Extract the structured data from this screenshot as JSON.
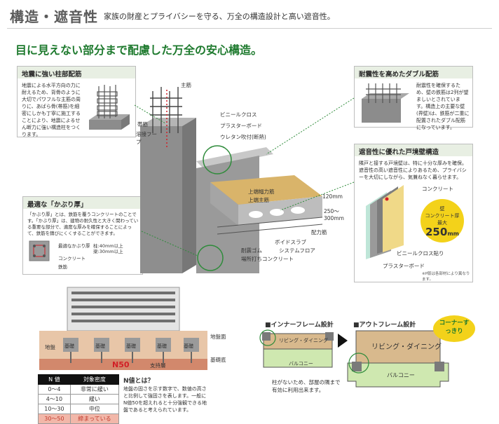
{
  "header": {
    "title": "構造・遮音性",
    "subtitle": "家族の財産とプライバシーを守る、万全の構造設計と高い遮音性。"
  },
  "headline": "目に見えない部分まで配慮した万全の安心構造。",
  "box_pillar": {
    "title": "地震に強い柱部配筋",
    "text": "地震による水平方向の力に耐えるため、背骨のように大切でパワフルな主筋の周りに、あばら骨(帯筋)を細密にしかも丁寧に施工することにより、地震によるせん断力に強い構造柱をつくります。"
  },
  "box_double": {
    "title": "耐震性を高めたダブル配筋",
    "text": "耐震性を確保するため、壁の鉄筋は2列が望ましいとされています。構造上の主要な壁(界壁)は、鉄筋が二重に配置されたダブル配筋になっています。"
  },
  "box_cover": {
    "title": "最適な「かぶり厚」",
    "text": "「かぶり厚」とは、鉄筋を覆うコンクリートのことです。「かぶり厚」は、建物の耐久性と大きく関わっている重要な部分で、適度な厚みを確保することによって、鉄筋を錆びにくくすることができます。",
    "labels": [
      "最適なかぶり厚",
      "柱:40mm以上",
      "梁:30mm以上",
      "コンクリート",
      "鉄筋"
    ]
  },
  "box_wall": {
    "title": "遮音性に優れた戸境壁構造",
    "text": "隣戸と接する戸境壁は、特に十分な厚みを確保。遮音性の高い遮音性によりあるため、プライバシーを大切にしながら、気兼ねなく暮らせます。",
    "labels": [
      "コンクリート",
      "ビニールクロス貼り",
      "プラスターボード"
    ],
    "badge_line1": "壁",
    "badge_line2": "コンクリート厚",
    "badge_line3": "最大",
    "badge_value": "250",
    "badge_unit": "mm",
    "note": "※P版は各部材により異なります。"
  },
  "diagram_labels": {
    "main_bar": "主筋",
    "hoop": "帯筋",
    "weld_hoop": "溶接フープ",
    "vinyl": "ビニールクロス",
    "plaster": "プラスターボード",
    "urethane": "ウレタン吹付(断熱)",
    "upper_bar": "上端幅力筋",
    "upper_main": "上端主筋",
    "dim_a": "120mm",
    "dim_b": "250〜300mm",
    "distribution": "配力筋",
    "void_slab": "ボイドスラブ",
    "rubber": "耐震ゴム",
    "system_floor": "システムフロア",
    "site_concrete": "場所打ちコンクリート"
  },
  "foundation": {
    "ground": "地盤",
    "ground_surface": "地盤面",
    "base": "基礎",
    "n50": "N50",
    "support_layer": "支持層",
    "base_bottom": "基礎底"
  },
  "n_table": {
    "headers": [
      "N 値",
      "対象密度"
    ],
    "rows": [
      [
        "0〜4",
        "非常に緩い"
      ],
      [
        "4〜10",
        "緩い"
      ],
      [
        "10〜30",
        "中位"
      ],
      [
        "30〜50",
        "締まっている"
      ]
    ]
  },
  "n_text": {
    "title": "N値とは？",
    "body": "地盤の固さを示す数字で、数値の高さと比例して強固さを表します。一般にN値50を超えれると十分強観できる地盤であると考えられています。"
  },
  "frames": {
    "inner_title": "■インナーフレーム設計",
    "outer_title": "■アウトフレーム設計",
    "living": "リビング・ダイニング",
    "balcony": "バルコニー",
    "corner_badge": "コーナーすっきり",
    "caption": "柱がないため、部屋の隅まで有効に利用出来ます。"
  },
  "colors": {
    "accent_green": "#1e7a2e",
    "red": "#d21f26",
    "yellow": "#f3d21a",
    "concrete": "#8c8c8c"
  }
}
